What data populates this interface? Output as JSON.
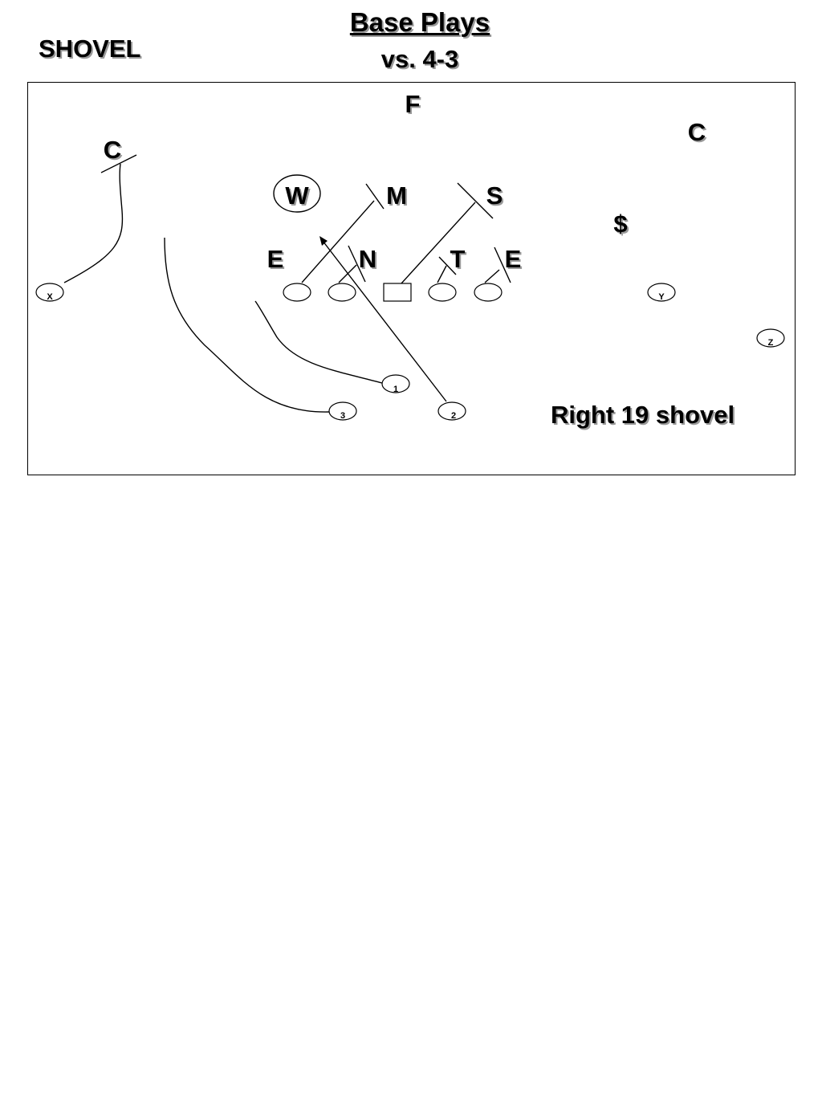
{
  "header": {
    "title": "Base Plays",
    "subtitle": "vs. 4-3",
    "play_name": "SHOVEL"
  },
  "play_call": "Right 19 shovel",
  "defense": {
    "free_safety": "F",
    "corner_left": "C",
    "corner_right": "C",
    "will_linebacker": "W",
    "mike_linebacker": "M",
    "sam_linebacker": "S",
    "strong_safety": "$",
    "end_left": "E",
    "nose_tackle": "N",
    "tackle": "T",
    "end_right": "E"
  },
  "offense": {
    "split_end": "X",
    "tight_end": "Y",
    "flanker": "Z",
    "back_1": "1",
    "back_2": "2",
    "back_3": "3"
  }
}
